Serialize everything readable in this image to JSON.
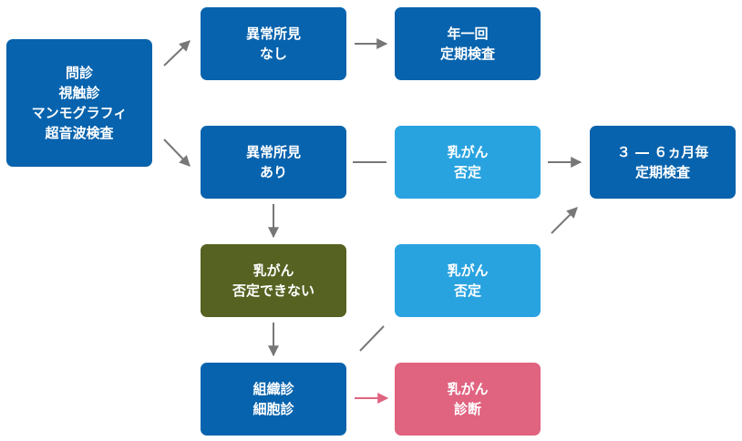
{
  "nodes": {
    "exam": {
      "lines": [
        "問診",
        "視触診",
        "マンモグラフィ",
        "超音波検査"
      ]
    },
    "no_findings": {
      "lines": [
        "異常所見",
        "なし"
      ]
    },
    "annual": {
      "lines": [
        "年一回",
        "定期検査"
      ]
    },
    "findings": {
      "lines": [
        "異常所見",
        "あり"
      ]
    },
    "cancer_denied_1": {
      "lines": [
        "乳がん",
        "否定"
      ]
    },
    "periodic": {
      "lines": [
        "３ ― ６ヵ月毎",
        "定期検査"
      ]
    },
    "cannot_deny": {
      "lines": [
        "乳がん",
        "否定できない"
      ]
    },
    "cancer_denied_2": {
      "lines": [
        "乳がん",
        "否定"
      ]
    },
    "biopsy": {
      "lines": [
        "組織診",
        "細胞診"
      ]
    },
    "diagnosis": {
      "lines": [
        "乳がん",
        "診断"
      ]
    }
  },
  "colors": {
    "dark_blue": "#0763ad",
    "light_blue": "#29a3e0",
    "olive": "#556221",
    "pink": "#e06380",
    "arrow_gray": "#777777",
    "arrow_pink": "#e06380"
  }
}
